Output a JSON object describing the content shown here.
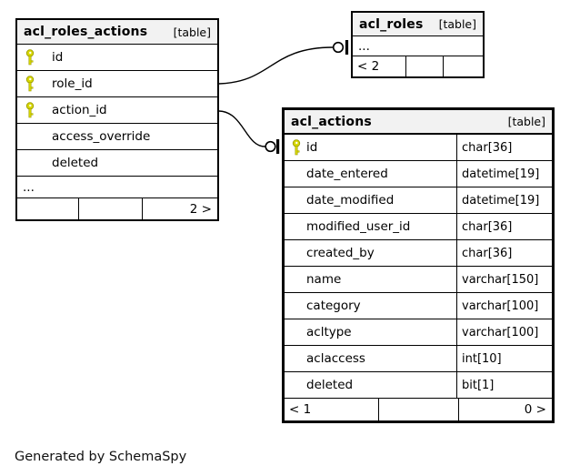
{
  "caption": "Generated by SchemaSpy",
  "colors": {
    "key_icon": "#d8d800",
    "key_icon_outline": "#9e9e00",
    "header_bg": "#f2f2f2",
    "border": "#000000"
  },
  "tables": [
    {
      "name": "acl_roles_actions",
      "type_label": "[table]",
      "columns": [
        {
          "name": "id",
          "key": true
        },
        {
          "name": "role_id",
          "key": true
        },
        {
          "name": "action_id",
          "key": true
        },
        {
          "name": "access_override",
          "key": false
        },
        {
          "name": "deleted",
          "key": false
        }
      ],
      "more_indicator": "...",
      "footer": {
        "left": "",
        "middle": "",
        "right": "2 >"
      }
    },
    {
      "name": "acl_roles",
      "type_label": "[table]",
      "columns": [],
      "more_indicator": "...",
      "footer": {
        "left": "< 2",
        "middle": "",
        "right": ""
      }
    },
    {
      "name": "acl_actions",
      "type_label": "[table]",
      "columns": [
        {
          "name": "id",
          "type": "char[36]",
          "key": true
        },
        {
          "name": "date_entered",
          "type": "datetime[19]",
          "key": false
        },
        {
          "name": "date_modified",
          "type": "datetime[19]",
          "key": false
        },
        {
          "name": "modified_user_id",
          "type": "char[36]",
          "key": false
        },
        {
          "name": "created_by",
          "type": "char[36]",
          "key": false
        },
        {
          "name": "name",
          "type": "varchar[150]",
          "key": false
        },
        {
          "name": "category",
          "type": "varchar[100]",
          "key": false
        },
        {
          "name": "acltype",
          "type": "varchar[100]",
          "key": false
        },
        {
          "name": "aclaccess",
          "type": "int[10]",
          "key": false
        },
        {
          "name": "deleted",
          "type": "bit[1]",
          "key": false
        }
      ],
      "more_indicator": "",
      "footer": {
        "left": "< 1",
        "middle": "",
        "right": "0 >"
      }
    }
  ],
  "relationships": [
    {
      "from_table": "acl_roles_actions",
      "from_column": "role_id",
      "to_table": "acl_roles",
      "end_marker": "zero-or-one"
    },
    {
      "from_table": "acl_roles_actions",
      "from_column": "action_id",
      "to_table": "acl_actions",
      "end_marker": "zero-or-one"
    }
  ]
}
